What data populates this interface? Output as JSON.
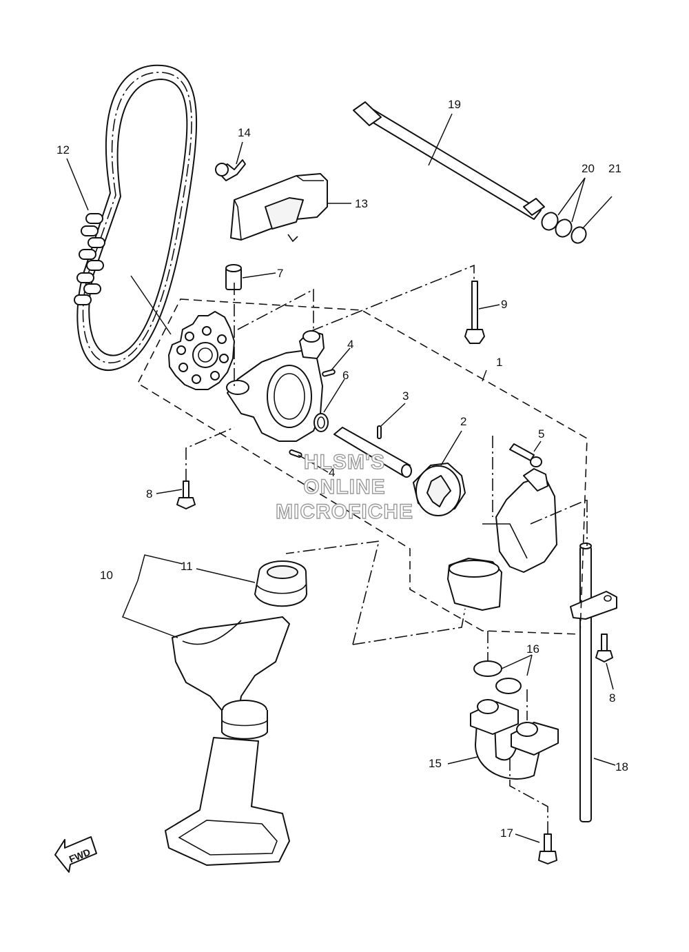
{
  "watermark": {
    "line1": "HLSM'S",
    "line2": "ONLINE",
    "line3": "MICROFICHE"
  },
  "direction_arrow": {
    "label": "FWD",
    "icon": "fwd-arrow-icon"
  },
  "callouts": {
    "c1": "1",
    "c2": "2",
    "c3": "3",
    "c4a": "4",
    "c4b": "4",
    "c5": "5",
    "c6": "6",
    "c7": "7",
    "c8a": "8",
    "c8b": "8",
    "c9": "9",
    "c10": "10",
    "c11": "11",
    "c12": "12",
    "c13": "13",
    "c14": "14",
    "c15": "15",
    "c16": "16",
    "c17": "17",
    "c18": "18",
    "c19": "19",
    "c20": "20",
    "c21": "21"
  },
  "colors": {
    "line": "#111111",
    "watermark_outline": "#9a9a9a",
    "background": "#ffffff"
  }
}
